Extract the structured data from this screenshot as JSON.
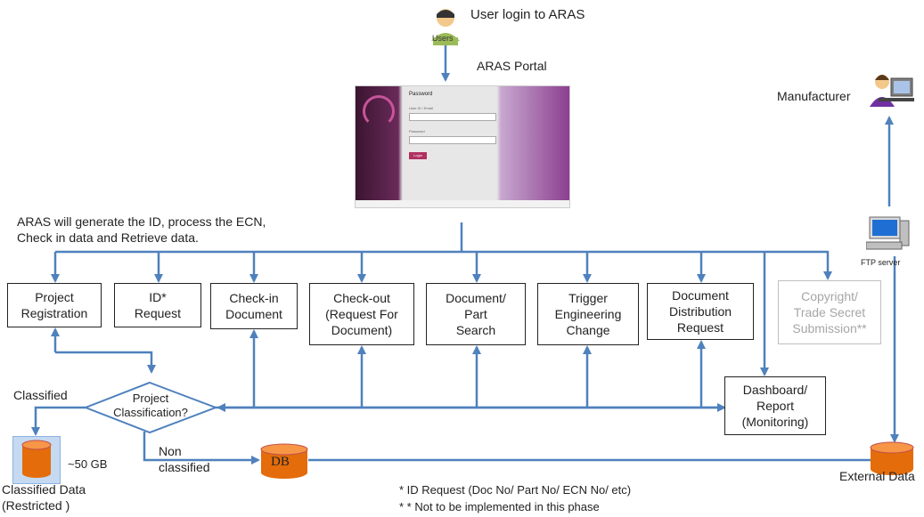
{
  "header": {
    "login_text": "User login to ARAS",
    "users_label": "Users",
    "portal_label": "ARAS Portal"
  },
  "portal": {
    "form_title": "Password",
    "username_label": "User ID / Email",
    "password_label": "Password",
    "login_button": "Login"
  },
  "manufacturer_label": "Manufacturer",
  "ftp_label": "FTP server",
  "aras_note": "ARAS will generate the ID, process the ECN,\nCheck in data and Retrieve data.",
  "boxes": {
    "project_registration": "Project\nRegistration",
    "id_request": "ID*\nRequest",
    "checkin": "Check-in\nDocument",
    "checkout": "Check-out\n(Request For\nDocument)",
    "document_search": "Document/\nPart\nSearch",
    "trigger_change": "Trigger\nEngineering\nChange",
    "distribution": "Document\nDistribution\nRequest",
    "copyright": "Copyright/\nTrade Secret\nSubmission**",
    "dashboard": "Dashboard/\nReport\n(Monitoring)"
  },
  "classification": {
    "diamond_label": "Project\nClassification?",
    "classified": "Classified",
    "non_classified": "Non\nclassified"
  },
  "storage": {
    "size": "~50 GB",
    "classified_data": "Classified Data\n(Restricted )",
    "db_label": "DB",
    "external_data": "External Data"
  },
  "footnotes": {
    "id_note": "* ID Request (Doc No/ Part No/ ECN No/ etc)",
    "phase_note": "* * Not to be implemented in this phase"
  },
  "colors": {
    "arrow": "#4f81bd",
    "cylinder": "#e46c0a",
    "disabled_text": "#a6a6a6"
  }
}
